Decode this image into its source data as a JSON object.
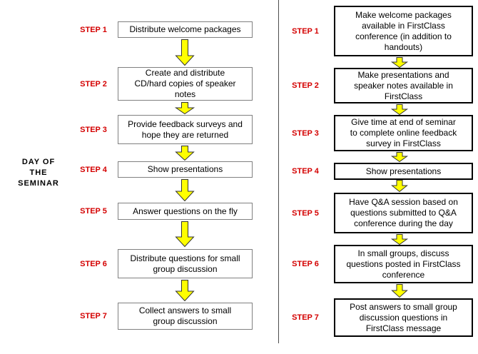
{
  "colors": {
    "step_label_red": "#d40000",
    "box_text": "#000000",
    "left_box_border": "#808080",
    "right_box_border": "#000000",
    "arrow_fill": "#ffff00",
    "arrow_outline": "#333333",
    "divider": "#4d4d4d",
    "background": "#ffffff"
  },
  "side_label": {
    "lines": [
      "DAY OF",
      "THE",
      "SEMINAR"
    ]
  },
  "left_column": {
    "steps": [
      {
        "label": "STEP 1",
        "text": "Distribute welcome packages"
      },
      {
        "label": "STEP 2",
        "text": "Create and distribute\nCD/hard copies of speaker\nnotes"
      },
      {
        "label": "STEP 3",
        "text": "Provide feedback surveys and\nhope they are returned"
      },
      {
        "label": "STEP 4",
        "text": "Show presentations"
      },
      {
        "label": "STEP 5",
        "text": "Answer questions on the fly"
      },
      {
        "label": "STEP 6",
        "text": "Distribute questions for small\ngroup discussion"
      },
      {
        "label": "STEP 7",
        "text": "Collect answers to small\ngroup discussion"
      }
    ]
  },
  "right_column": {
    "steps": [
      {
        "label": "STEP 1",
        "text": "Make welcome packages\navailable in FirstClass\nconference (in addition to\nhandouts)"
      },
      {
        "label": "STEP 2",
        "text": "Make presentations and\nspeaker notes available in\nFirstClass"
      },
      {
        "label": "STEP 3",
        "text": "Give time at end of seminar\nto complete online feedback\nsurvey in FirstClass"
      },
      {
        "label": "STEP 4",
        "text": "Show presentations"
      },
      {
        "label": "STEP 5",
        "text": "Have Q&A session based on\nquestions submitted to Q&A\nconference during the day"
      },
      {
        "label": "STEP 6",
        "text": "In small groups, discuss\nquestions posted in FirstClass\nconference"
      },
      {
        "label": "STEP 7",
        "text": "Post answers to small group\ndiscussion questions in\nFirstClass message"
      }
    ]
  }
}
